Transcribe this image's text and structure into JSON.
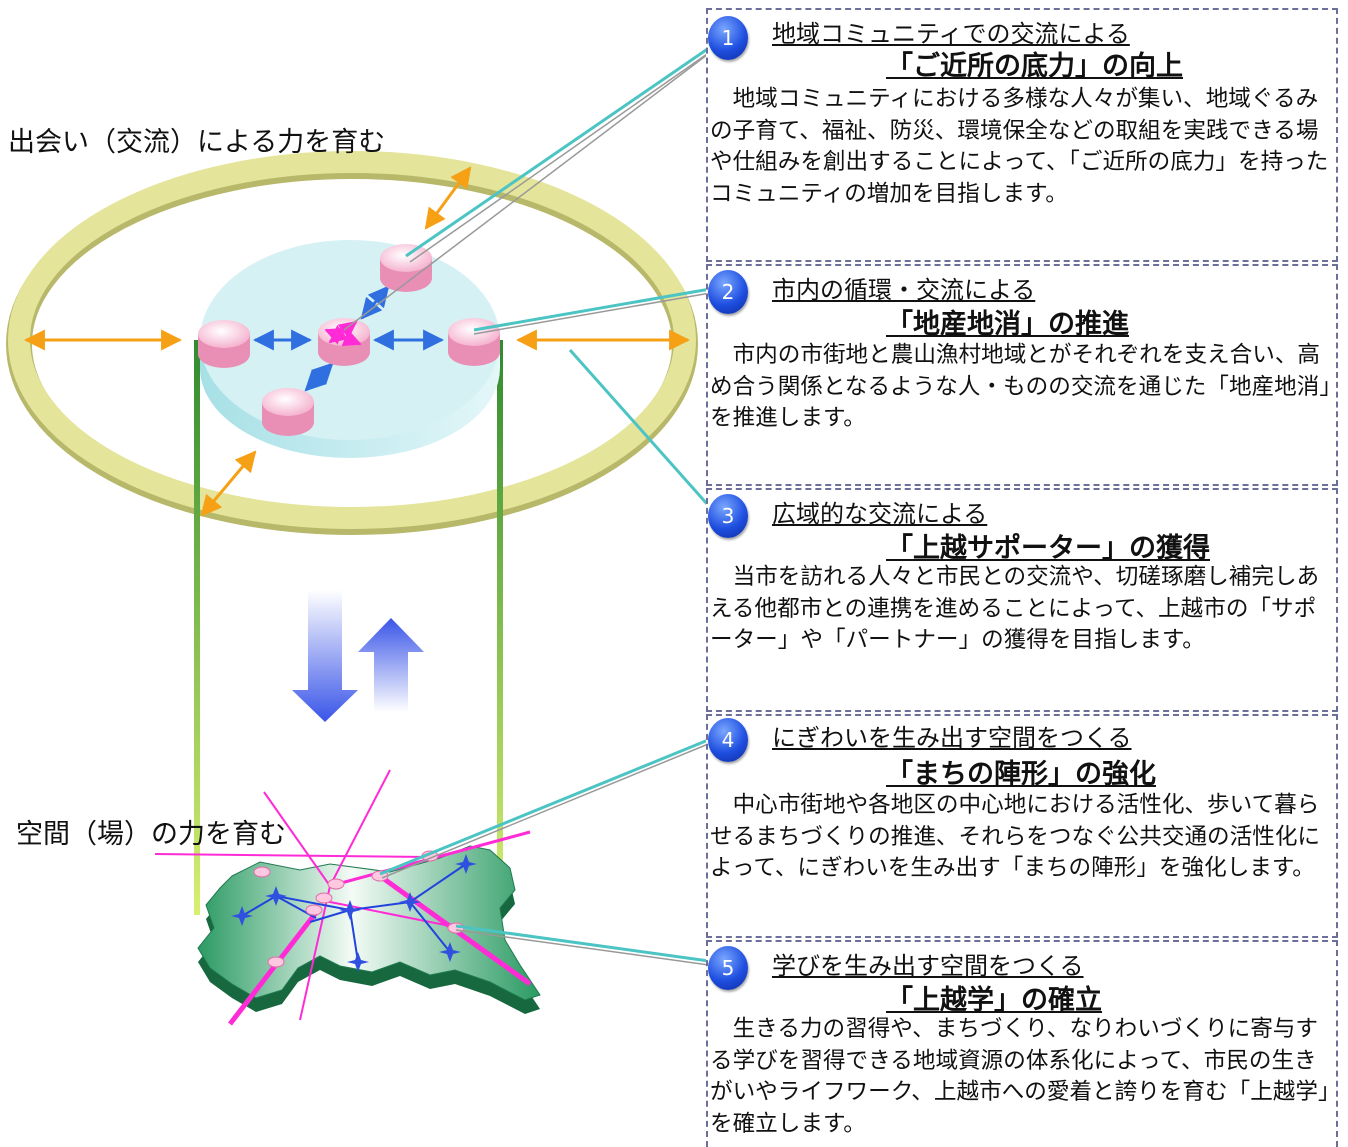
{
  "left_labels": {
    "upper": "出会い（交流）による力を育む",
    "lower": "空間（場）の力を育む"
  },
  "colors": {
    "ring": "#dede8e",
    "disc": "#cfeff2",
    "node": "#f2a8c8",
    "arrow_orange": "#f5a015",
    "arrow_blue": "#2f6fe0",
    "leader": "#4cc4c4",
    "pillar": "#2e8b2e",
    "map_green": "#1f7a4f",
    "network_magenta": "#ff2bd6",
    "badge": "#1f4fe0"
  },
  "items": [
    {
      "number": "1",
      "title1": "地域コミュニティでの交流による",
      "title2": "「ご近所の底力」の向上",
      "body": "　地域コミュニティにおける多様な人々が集い、地域ぐるみの子育て、福祉、防災、環境保全などの取組を実践できる場や仕組みを創出することによって、「ご近所の底力」を持ったコミュニティの増加を目指します。"
    },
    {
      "number": "2",
      "title1": "市内の循環・交流による",
      "title2": "「地産地消」の推進",
      "body": "　市内の市街地と農山漁村地域とがそれぞれを支え合い、高め合う関係となるような人・ものの交流を通じた「地産地消」を推進します。"
    },
    {
      "number": "3",
      "title1": "広域的な交流による",
      "title2": "「上越サポーター」の獲得",
      "body": "　当市を訪れる人々と市民との交流や、切磋琢磨し補完しあえる他都市との連携を進めることによって、上越市の「サポーター」や「パートナー」の獲得を目指します。"
    },
    {
      "number": "4",
      "title1": "にぎわいを生み出す空間をつくる",
      "title2": "「まちの陣形」の強化",
      "body": "　中心市街地や各地区の中心地における活性化、歩いて暮らせるまちづくりの推進、それらをつなぐ公共交通の活性化によって、にぎわいを生み出す「まちの陣形」を強化します。"
    },
    {
      "number": "5",
      "title1": "学びを生み出す空間をつくる",
      "title2": "「上越学」の確立",
      "body": "　生きる力の習得や、まちづくり、なりわいづくりに寄与する学びを習得できる地域資源の体系化によって、市民の生きがいやライフワーク、上越市への愛着と誇りを育む「上越学」を確立します。"
    }
  ]
}
